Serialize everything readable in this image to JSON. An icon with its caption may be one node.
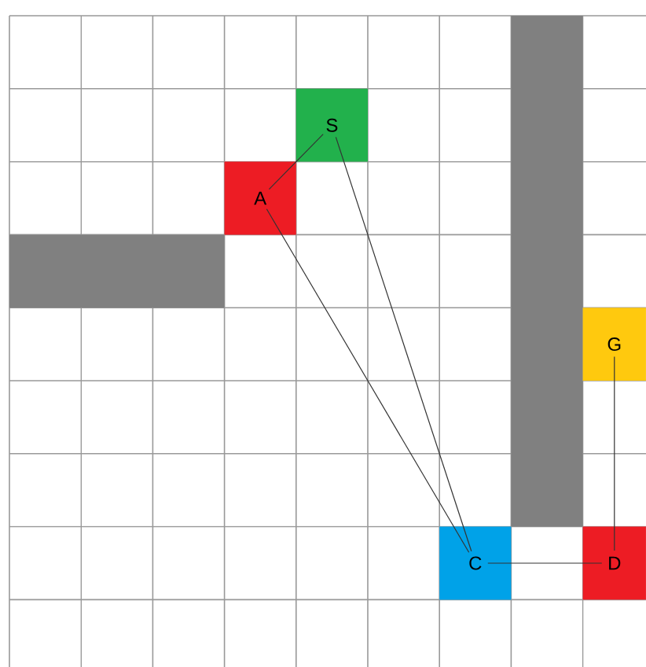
{
  "diagram": {
    "nodes": [
      {
        "text": [
          "S"
        ]
      },
      {
        "text": [
          "A"
        ]
      },
      {
        "text": [
          "G"
        ]
      },
      {
        "text": [
          "C"
        ]
      },
      {
        "text": [
          "D"
        ]
      }
    ],
    "edges": [
      {
        "from": 0,
        "to": 1,
        "arrow": "none"
      },
      {
        "from": 1,
        "to": 3,
        "arrow": "none"
      },
      {
        "from": 0,
        "to": 3,
        "arrow": "none"
      },
      {
        "from": 3,
        "to": 4,
        "arrow": "none"
      },
      {
        "from": 2,
        "to": 4,
        "arrow": "none"
      }
    ]
  }
}
